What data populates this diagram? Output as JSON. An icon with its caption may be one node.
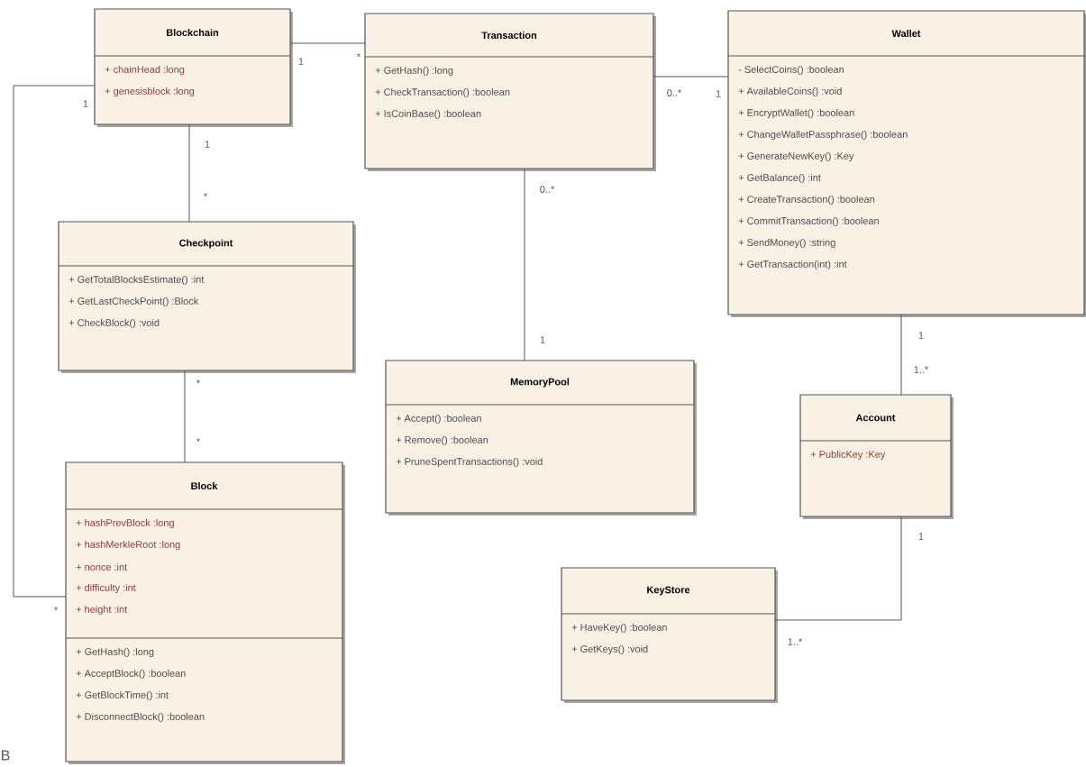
{
  "diagram": {
    "nodes": [
      {
        "text": [
          "Blockchain",
          "+ chainHead :long",
          "+ genesisblock :long"
        ]
      },
      {
        "text": [
          "Transaction",
          "+ GetHash() :long",
          "+ CheckTransaction() :boolean",
          "+ IsCoinBase() :boolean"
        ]
      },
      {
        "text": [
          "Wallet",
          "- SelectCoins() :boolean",
          "+ AvailableCoins() :void",
          "+ EncryptWallet() :boolean",
          "+ ChangeWalletPassphrase() :boolean",
          "+ GenerateNewKey() :Key",
          "+ GetBalance() :int",
          "+ CreateTransaction() :boolean",
          "+ CommitTransaction() :boolean",
          "+ SendMoney() :string",
          "+ GetTransaction(int) :int"
        ]
      },
      {
        "text": [
          "Checkpoint",
          "+ GetTotalBlocksEstimate() :int",
          "+ GetLastCheckPoint() :Block",
          "+ CheckBlock() :void"
        ]
      },
      {
        "text": [
          "MemoryPool",
          "+ Accept() :boolean",
          "+ Remove() :boolean",
          "+ PruneSpentTransactions() :void"
        ]
      },
      {
        "text": [
          "Account",
          "+ PublicKey :Key"
        ]
      },
      {
        "text": [
          "Block",
          "+ hashPrevBlock :long",
          "+ hashMerkleRoot :long",
          "+ nonce :int",
          "+ difficulty :int",
          "+ height :int",
          "+ GetHash() :long",
          "+ AcceptBlock() :boolean",
          "+ GetBlockTime() :int",
          "+ DisconnectBlock() :boolean"
        ]
      },
      {
        "text": [
          "KeyStore",
          "+ HaveKey() :boolean",
          "+ GetKeys() :void"
        ]
      }
    ],
    "edges": [
      {
        "from": 0,
        "to": 1,
        "arrow": "none"
      },
      {
        "from": 1,
        "to": 2,
        "arrow": "none"
      },
      {
        "from": 0,
        "to": 3,
        "arrow": "none"
      },
      {
        "from": 3,
        "to": 6,
        "arrow": "none"
      },
      {
        "from": 0,
        "to": 6,
        "arrow": "none"
      },
      {
        "from": 1,
        "to": 4,
        "arrow": "none"
      },
      {
        "from": 2,
        "to": 5,
        "arrow": "none"
      },
      {
        "from": 5,
        "to": 7,
        "arrow": "none"
      }
    ],
    "labels": [
      "*",
      "1",
      "0..*",
      "1",
      "1",
      "1",
      "0..*",
      "*",
      "1",
      "1",
      "1..*",
      "*",
      "*",
      "1",
      "*",
      "1..*",
      "B"
    ]
  }
}
